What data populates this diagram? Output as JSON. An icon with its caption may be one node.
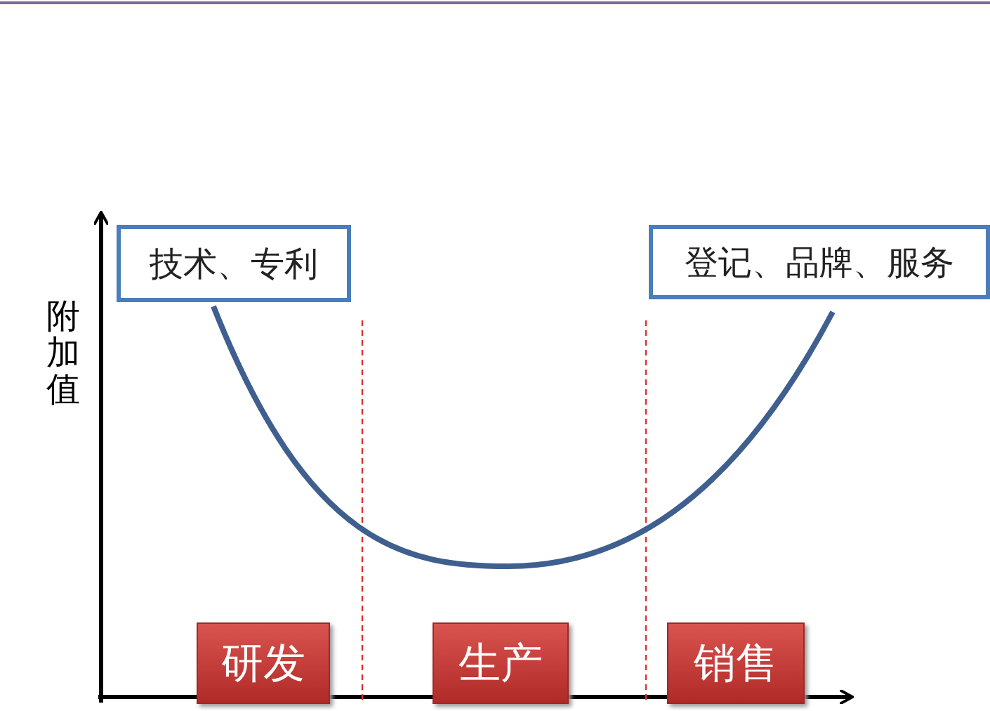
{
  "diagram": {
    "nodes": [
      {
        "text": [
          "技术、专利"
        ]
      },
      {
        "text": [
          "登记、品牌、服务"
        ]
      },
      {
        "text": [
          "研发"
        ]
      },
      {
        "text": [
          "生产"
        ]
      },
      {
        "text": [
          "销售"
        ]
      }
    ],
    "labels": [
      "附加值"
    ]
  }
}
